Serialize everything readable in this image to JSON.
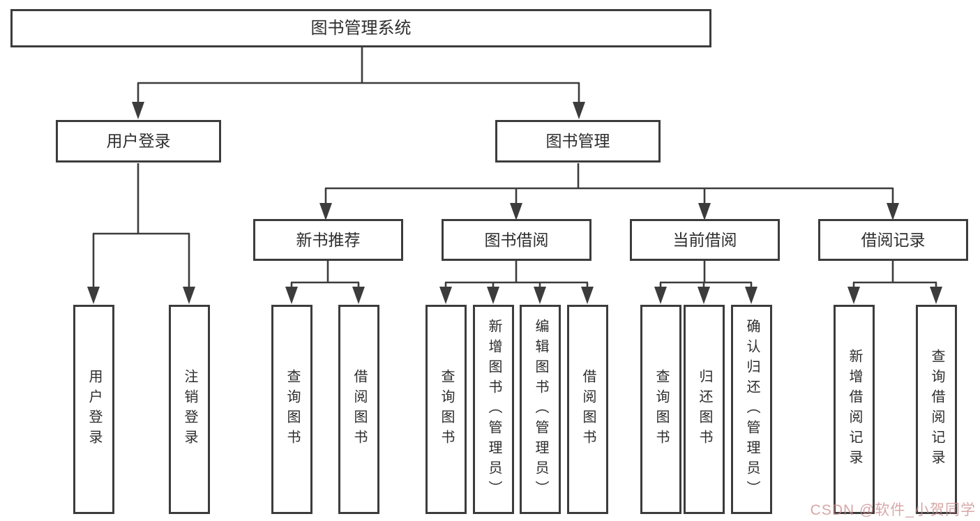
{
  "diagram": {
    "title": "图书管理系统",
    "type": "hierarchy-tree",
    "hierarchy": {
      "图书管理系统": {
        "用户登录": [
          "用户登录",
          "注销登录"
        ],
        "图书管理": {
          "新书推荐": [
            "查询图书",
            "借阅图书"
          ],
          "图书借阅": [
            "查询图书",
            "新增图书（管理员）",
            "编辑图书（管理员）",
            "借阅图书"
          ],
          "当前借阅": [
            "查询图书",
            "归还图书",
            "确认归还（管理员）"
          ],
          "借阅记录": [
            "新增借阅记录",
            "查询借阅记录"
          ]
        }
      }
    }
  },
  "nodes": {
    "root": "图书管理系统",
    "user_login": "用户登录",
    "book_management": "图书管理",
    "new_book_recommend": "新书推荐",
    "book_borrowing": "图书借阅",
    "current_borrowing": "当前借阅",
    "borrow_records": "借阅记录",
    "leaf_user_login": "用户登录",
    "leaf_logout": "注销登录",
    "leaf_nb_query_books": "查询图书",
    "leaf_nb_borrow_books": "借阅图书",
    "leaf_bb_query_books": "查询图书",
    "leaf_bb_add_books_admin": "新增图书（管理员）",
    "leaf_bb_edit_books_admin": "编辑图书（管理员）",
    "leaf_bb_borrow_books": "借阅图书",
    "leaf_cb_query_books": "查询图书",
    "leaf_cb_return_books": "归还图书",
    "leaf_cb_confirm_return_admin": "确认归还（管理员）",
    "leaf_br_add_record": "新增借阅记录",
    "leaf_br_query_record": "查询借阅记录"
  },
  "colors": {
    "background": "#ffffff",
    "line": "#3c3c3c",
    "box_border": "#3c3c3c",
    "text": "#2d2d2d",
    "watermark": "#cb8a8a"
  },
  "watermark": {
    "text": "CSDN @软件_小贺同学"
  }
}
